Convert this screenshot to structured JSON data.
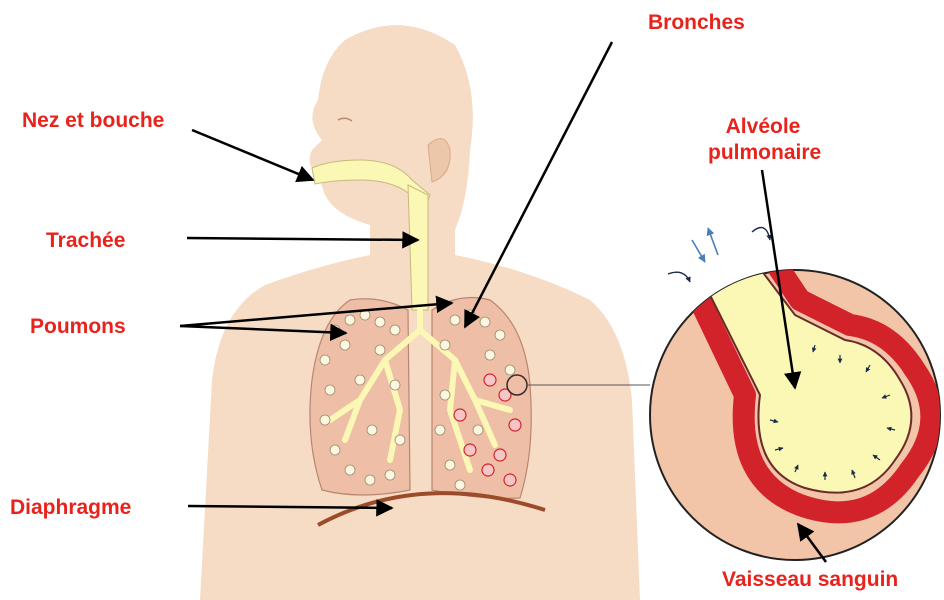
{
  "labels": {
    "nez_bouche": "Nez et bouche",
    "trachee": "Trachée",
    "poumons": "Poumons",
    "diaphragme": "Diaphragme",
    "bronches": "Bronches",
    "alveole_line1": "Alvéole",
    "alveole_line2": "pulmonaire",
    "vaisseau": "Vaisseau sanguin"
  },
  "colors": {
    "label": "#e8231c",
    "skin": "#f6dcc4",
    "airway": "#fbf7b4",
    "lung": "#eebfa6",
    "blood": "#d2232a",
    "diaphragm": "#9b4b2a",
    "arrow": "#000000"
  }
}
